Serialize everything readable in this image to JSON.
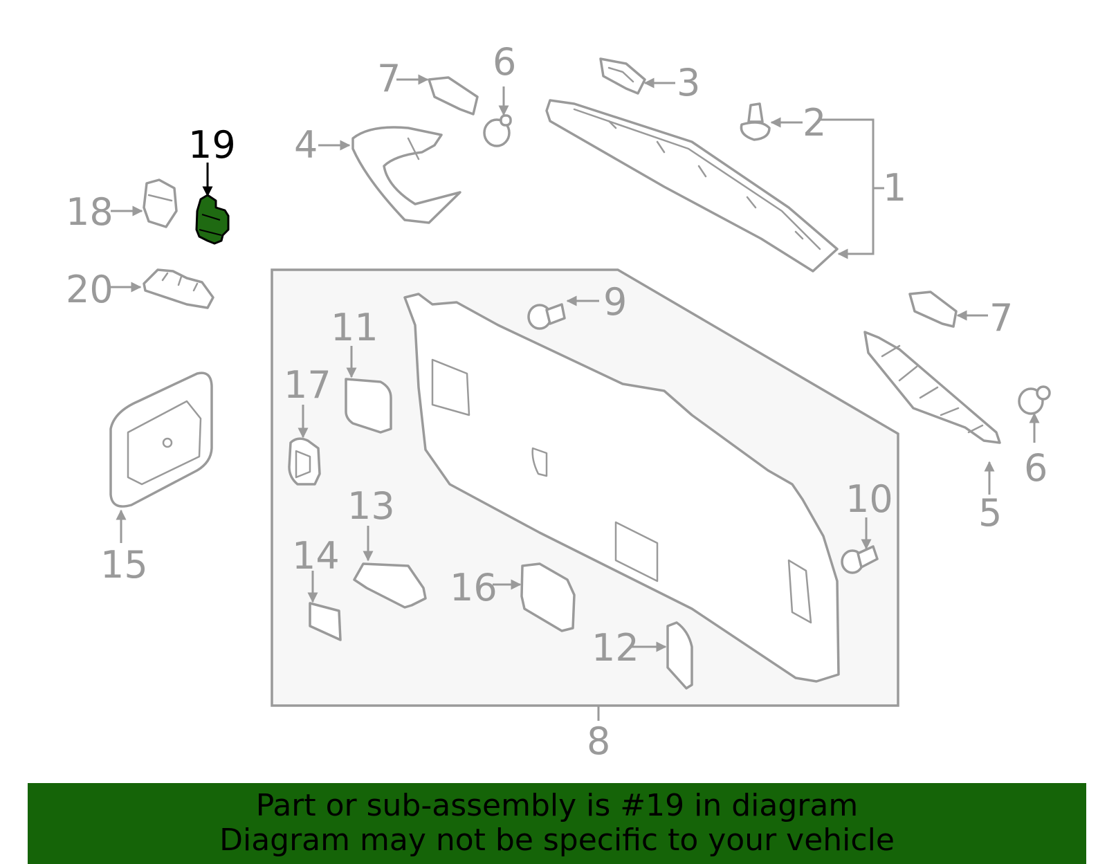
{
  "diagram": {
    "highlighted_part": "19",
    "colors": {
      "line": "#9a9a9a",
      "highlight_fill": "#1f6a12",
      "highlight_text": "#000000",
      "panel_fill": "#f7f7f7",
      "banner_bg": "#156408"
    },
    "callouts": {
      "c1": "1",
      "c2": "2",
      "c3": "3",
      "c4": "4",
      "c5": "5",
      "c6a": "6",
      "c6b": "6",
      "c7a": "7",
      "c7b": "7",
      "c8": "8",
      "c9": "9",
      "c10": "10",
      "c11": "11",
      "c12": "12",
      "c13": "13",
      "c14": "14",
      "c15": "15",
      "c16": "16",
      "c17": "17",
      "c18": "18",
      "c19": "19",
      "c20": "20"
    }
  },
  "banner": {
    "line1": "Part or sub-assembly is #19 in diagram",
    "line2": "Diagram may not be specific to your vehicle"
  }
}
